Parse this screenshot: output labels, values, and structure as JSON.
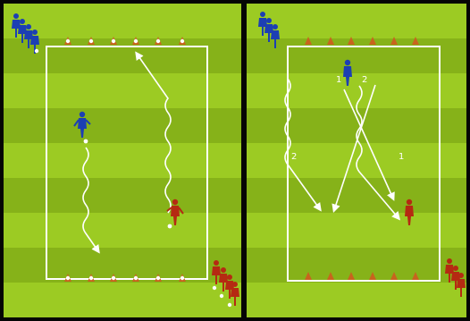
{
  "panels": [
    {
      "id": "left",
      "field_color": "#8fbe1e",
      "stripe_light": "#9ccb23",
      "stripe_dark": "#86b219",
      "player_groups": [
        {
          "team": "blue",
          "color": "#1c3fb3"
        },
        {
          "team": "red",
          "color": "#b52a12"
        }
      ],
      "arrow_labels": []
    },
    {
      "id": "right",
      "field_color": "#8fbe1e",
      "stripe_light": "#9ccb23",
      "stripe_dark": "#86b219",
      "player_groups": [
        {
          "team": "blue",
          "color": "#1c3fb3"
        },
        {
          "team": "red",
          "color": "#b52a12"
        }
      ],
      "arrow_labels": [
        {
          "text": "1"
        },
        {
          "text": "2"
        },
        {
          "text": "2"
        },
        {
          "text": "1"
        }
      ]
    }
  ],
  "colors": {
    "divider": "#050505",
    "lines": "#ffffff",
    "cone": "#c8641e",
    "ball": "#ffffff",
    "blue_player": "#1c3fb3",
    "red_player": "#b52a12"
  }
}
